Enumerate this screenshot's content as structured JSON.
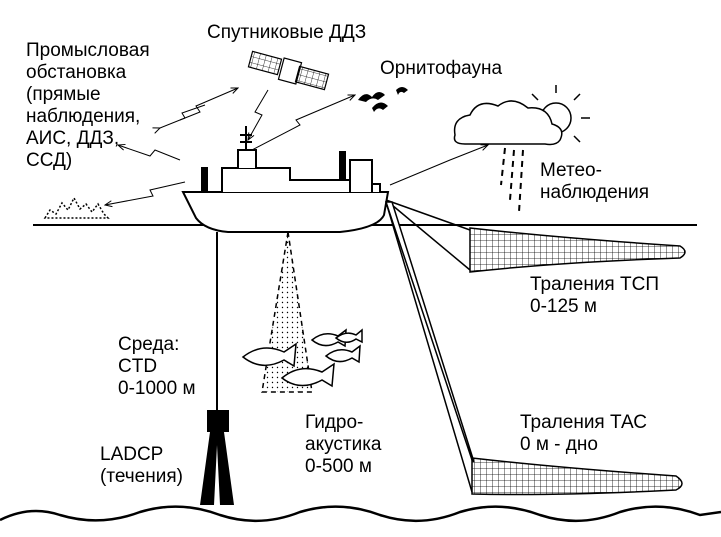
{
  "labels": {
    "fishing": [
      "Промысловая",
      "обстановка",
      "(прямые",
      "наблюдения,",
      "АИС, ДДЗ,",
      "ССД)"
    ],
    "satellite": "Спутниковые ДДЗ",
    "birds": "Орнитофауна",
    "meteo": [
      "Метео-",
      "наблюдения"
    ],
    "trawl_surface": [
      "Траления ТСП",
      "0-125 м"
    ],
    "environment": [
      "Среда:",
      "CTD",
      "0-1000 м"
    ],
    "ladcp": [
      "LADCP",
      "(течения)"
    ],
    "hydroacoustics": [
      "Гидро-",
      "акустика",
      "0-500 м"
    ],
    "trawl_bottom": [
      "Траления ТАС",
      "0 м - дно"
    ]
  }
}
